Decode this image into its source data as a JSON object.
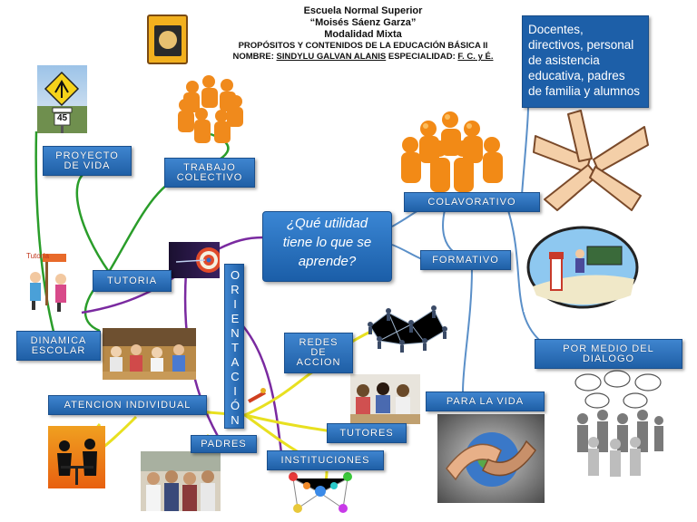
{
  "header": {
    "line1": "Escuela Normal Superior",
    "line2": "“Moisés Sáenz Garza”",
    "line3": "Modalidad Mixta",
    "line4": "PROPÓSITOS Y CONTENIDOS DE LA EDUCACIÓN BÁSICA II",
    "nombre_label": "NOMBRE: ",
    "nombre_value": "SINDYLU GALVAN ALANIS",
    "especialidad_label": "  ESPECIALIDAD: ",
    "especialidad_value": "F. C. y É."
  },
  "central_question": [
    "¿Qué utilidad",
    "tiene lo que se",
    "aprende?"
  ],
  "docentes_box": [
    "Docentes,",
    "directivos, personal",
    "de asistencia",
    "educativa, padres",
    "de familia y alumnos"
  ],
  "orientacion_letters": [
    "O",
    "R",
    "I",
    "E",
    "N",
    "T",
    "A",
    "C",
    "I",
    "Ó",
    "N"
  ],
  "nodes": {
    "proyecto_de_vida": [
      "PROYECTO",
      "DE VIDA"
    ],
    "trabajo_colectivo": [
      "TRABAJO",
      "COLECTIVO"
    ],
    "tutoria": "TUTORIA",
    "dinamica_escolar": [
      "DINAMICA",
      "ESCOLAR"
    ],
    "atencion_individual": "ATENCION INDIVIDUAL",
    "padres": "PADRES",
    "instituciones": "INSTITUCIONES",
    "redes_de_accion": [
      "REDES",
      "DE",
      "ACCION"
    ],
    "tutores": "TUTORES",
    "colaborativo": "COLAVORATIVO",
    "formativo": "FORMATIVO",
    "para_la_vida": "PARA LA VIDA",
    "por_medio_del_dialogo": [
      "POR MEDIO DEL",
      "DIALOGO"
    ]
  },
  "image_labels": {
    "sign_numbers": "45",
    "tutoria_sign": "Tutoría"
  },
  "colors": {
    "node_blue": "#1f5fa6",
    "link_green": "#2a9d2a",
    "link_purple": "#7a2aa0",
    "link_yellow": "#e8e020",
    "link_blue": "#5a8fc8"
  }
}
